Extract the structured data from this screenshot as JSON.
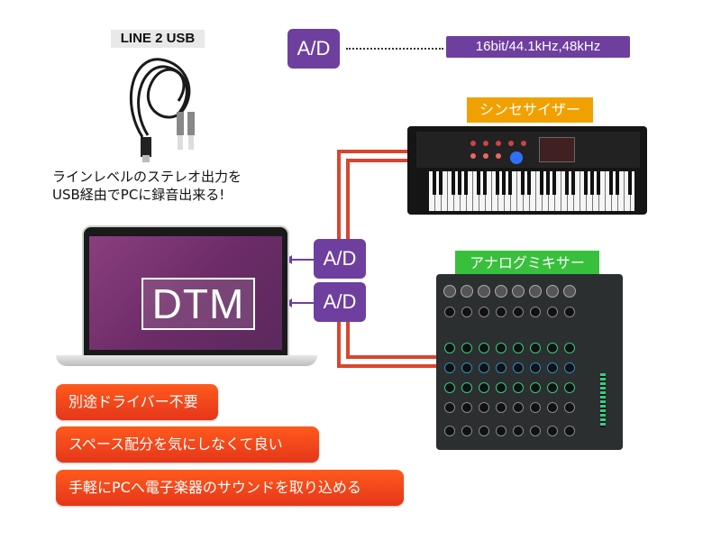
{
  "usb": {
    "title": "LINE 2 USB",
    "caption_line1": "ラインレベルのステレオ出力を",
    "caption_line2": "USB経由でPCに録音出来る!"
  },
  "ad": {
    "label": "A/D",
    "spec": "16bit/44.1kHz,48kHz"
  },
  "devices": {
    "synth_label": "シンセサイザー",
    "mixer_label": "アナログミキサー",
    "laptop_screen_text": "DTM"
  },
  "features": [
    "別途ドライバー不要",
    "スペース配分を気にしなくて良い",
    "手軽にPCへ電子楽器のサウンドを取り込める"
  ],
  "colors": {
    "ad_purple": "#6f3fa0",
    "synth_orange": "#f0a100",
    "mixer_green": "#38c03c",
    "pill_red": "#e5361a",
    "cable_red": "#d8452e"
  }
}
